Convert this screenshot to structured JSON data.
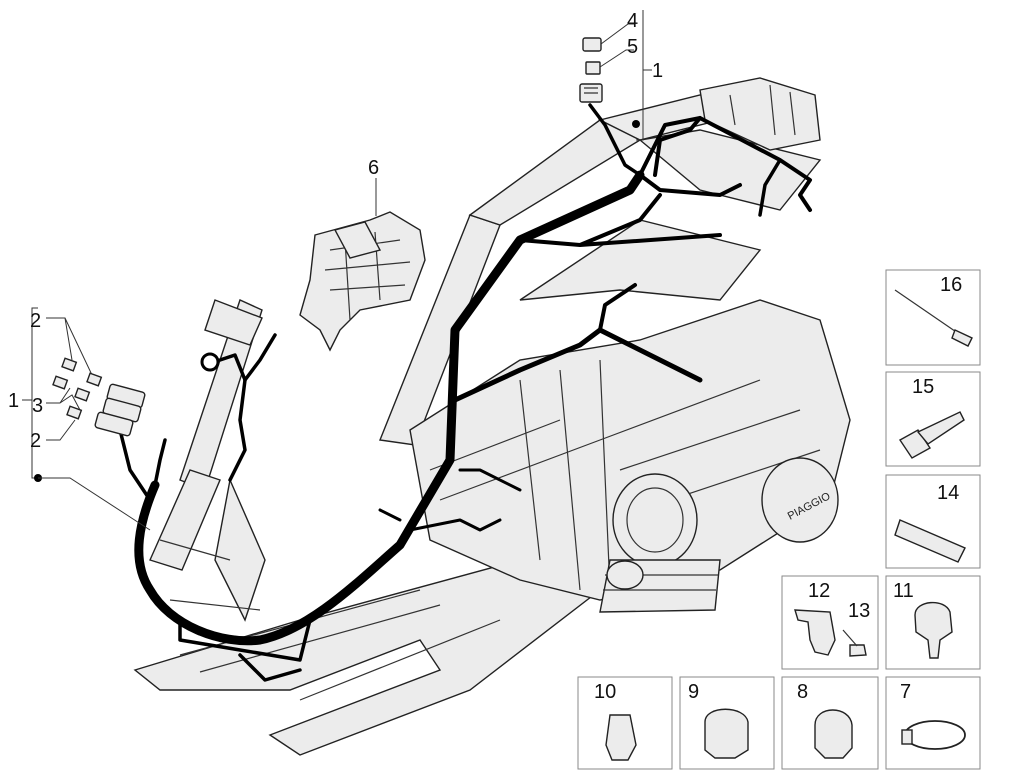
{
  "diagram": {
    "callouts": {
      "n1": "1",
      "n2": "2",
      "n3": "3",
      "n4": "4",
      "n5": "5",
      "n6": "6",
      "n7": "7",
      "n8": "8",
      "n9": "9",
      "n10": "10",
      "n11": "11",
      "n12": "12",
      "n13": "13",
      "n14": "14",
      "n15": "15",
      "n16": "16"
    },
    "engine_logo_text": "PIAGGIO"
  }
}
